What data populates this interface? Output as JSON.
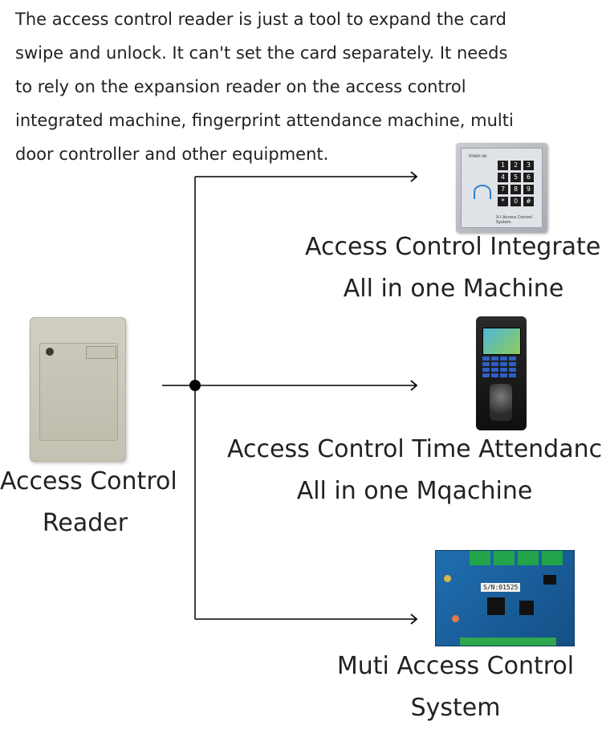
{
  "intro": {
    "lines": [
      "The access control reader is just a tool to expand the card",
      "swipe and unlock. It can't set the card separately. It needs",
      "to rely on the expansion reader on the access control",
      "integrated machine, fingerprint attendance machine, multi",
      "door controller and other equipment."
    ]
  },
  "source": {
    "label_line1": "Access Control",
    "label_line2": "Reader"
  },
  "targets": [
    {
      "label_line1": "Access Control Integrated",
      "label_line2": "All in one Machine"
    },
    {
      "label_line1": "Access Control Time Attendance",
      "label_line2": "All in one Mqachine"
    },
    {
      "label_line1": "Muti Access Control",
      "label_line2": "System"
    }
  ],
  "devices": {
    "keypad": {
      "keys": [
        "1",
        "2",
        "3",
        "4",
        "5",
        "6",
        "7",
        "8",
        "9",
        "*",
        "0",
        "#"
      ],
      "brand_text": "Access Control System",
      "model_text": "X-I",
      "indicator_text": "POWER  ON"
    },
    "board": {
      "serial": "S/N:01525"
    }
  },
  "colors": {
    "line": "#000000",
    "text": "#222222"
  },
  "icons": {
    "reader": "card-reader-icon",
    "keypad": "keypad-terminal-icon",
    "attendance": "fingerprint-terminal-icon",
    "board": "controller-board-icon"
  }
}
